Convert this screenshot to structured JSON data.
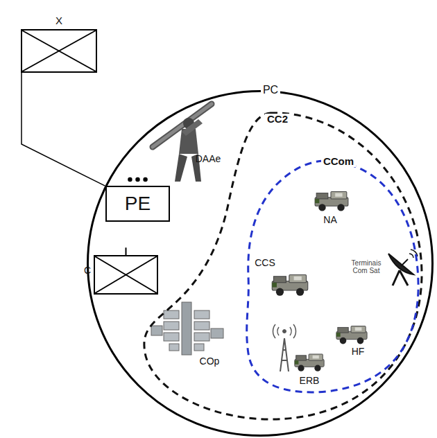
{
  "diagram": {
    "nodes": [
      {
        "text": [
          "X"
        ]
      },
      {
        "text": [
          "PC"
        ]
      },
      {
        "text": [
          "PE"
        ],
        "in": 1
      },
      {
        "text": [
          "C"
        ],
        "in": 1
      },
      {
        "text": [
          "CC2"
        ],
        "in": 1
      },
      {
        "text": [
          "CCom"
        ],
        "in": 4
      }
    ],
    "edges": [
      {
        "from": 0,
        "to": 1,
        "arrow": "none"
      }
    ],
    "labels": [
      "DAAe",
      "NA",
      "CCS",
      "Terminais Com Sat",
      "HF",
      "ERB",
      "COp"
    ]
  }
}
